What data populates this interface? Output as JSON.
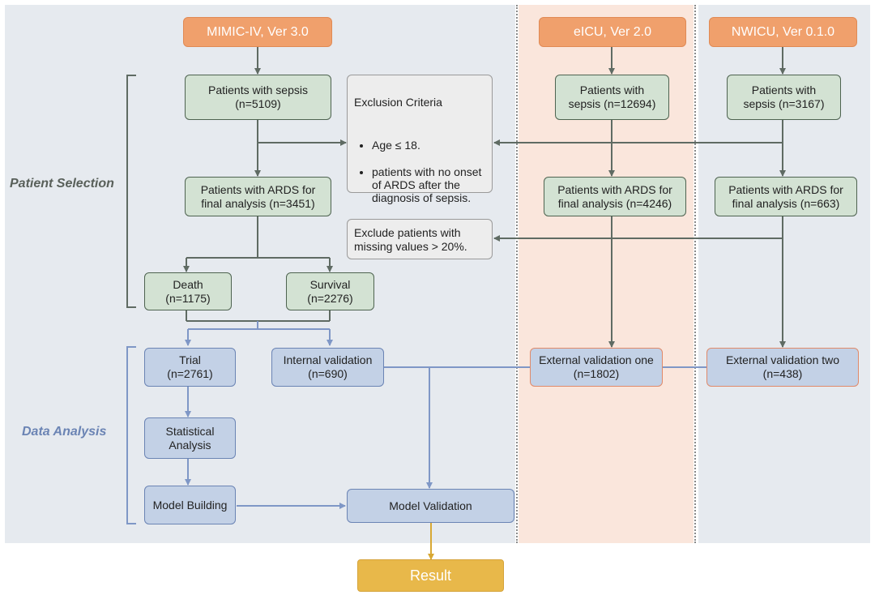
{
  "colors": {
    "mimic_panel": "#e6eaef",
    "eicu_panel": "#fae6dc",
    "nwicu_panel": "#e6eaef",
    "source": "#f0a06c",
    "selection": "#d3e2d3",
    "analysis": "#c3d1e6",
    "exclusion": "#ededed",
    "result": "#e8b84a",
    "gray_arrow": "#5f6b63",
    "blue_arrow": "#7f97c6",
    "gold_arrow": "#d8a834"
  },
  "sources": {
    "mimic": "MIMIC-IV, Ver 3.0",
    "eicu": "eICU, Ver 2.0",
    "nwicu": "NWICU, Ver 0.1.0"
  },
  "side_labels": {
    "selection": "Patient Selection",
    "analysis": "Data Analysis"
  },
  "mimic": {
    "sepsis": "Patients with sepsis\n(n=5109)",
    "ards": "Patients with ARDS for\nfinal analysis (n=3451)",
    "death": "Death\n(n=1175)",
    "survival": "Survival\n(n=2276)",
    "trial": "Trial\n(n=2761)",
    "internal": "Internal validation\n(n=690)",
    "statistical": "Statistical\nAnalysis",
    "model_building": "Model Building",
    "model_validation": "Model Validation"
  },
  "exclusion": {
    "title": "Exclusion Criteria",
    "items": [
      "Age  ≤ 18.",
      "patients with no onset of ARDS after the diagnosis of sepsis."
    ]
  },
  "missing_exclusion": "Exclude patients with\nmissing values >  20%.",
  "eicu": {
    "sepsis": "Patients with\nsepsis (n=12694)",
    "ards": "Patients with ARDS for\nfinal analysis (n=4246)",
    "validation": "External validation one\n(n=1802)"
  },
  "nwicu": {
    "sepsis": "Patients with\nsepsis (n=3167)",
    "ards": "Patients with ARDS for\nfinal analysis (n=663)",
    "validation": "External validation two\n(n=438)"
  },
  "result": "Result"
}
